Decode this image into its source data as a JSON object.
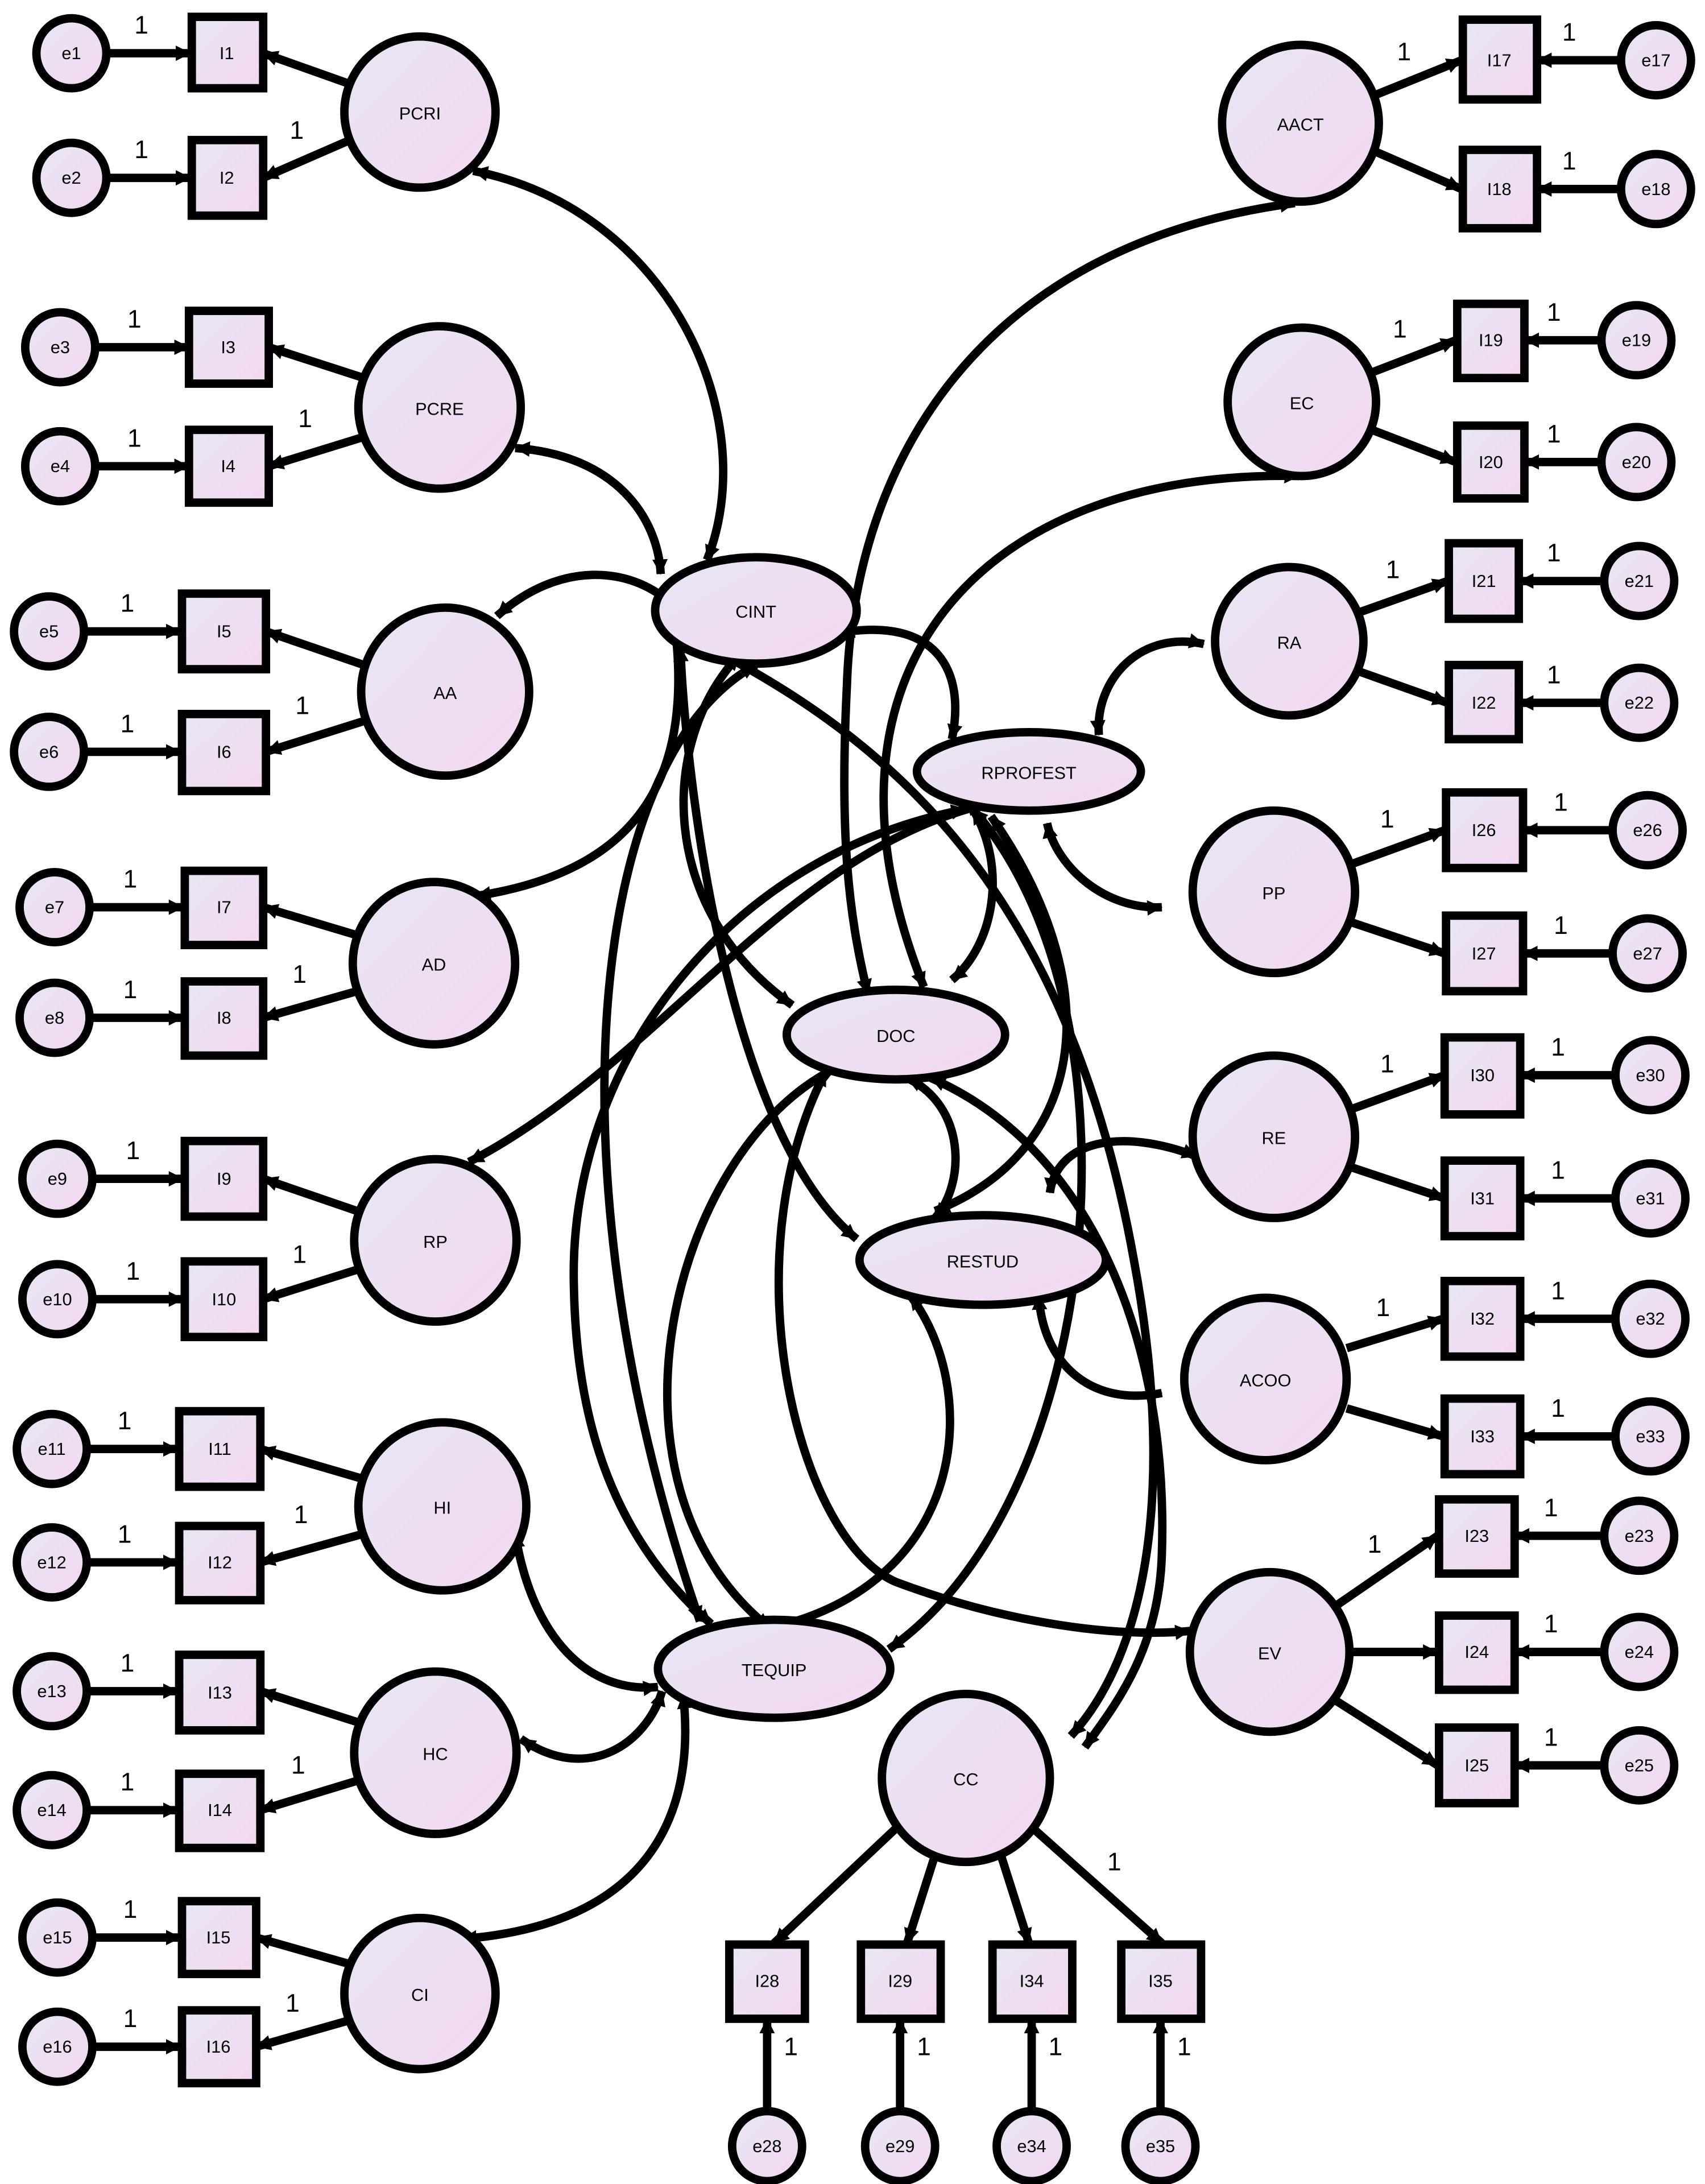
{
  "colors": {
    "node_fill_light": "#e8e6f4",
    "node_fill_pink": "#f3d7f1",
    "stroke": "#000000"
  },
  "latents": {
    "PCRI": "PCRI",
    "PCRE": "PCRE",
    "AA": "AA",
    "AD": "AD",
    "RP": "RP",
    "HI": "HI",
    "HC": "HC",
    "CI": "CI",
    "AACT": "AACT",
    "EC": "EC",
    "RA": "RA",
    "PP": "PP",
    "RE": "RE",
    "ACOO": "ACOO",
    "EV": "EV",
    "CC": "CC",
    "CINT": "CINT",
    "RPROFEST": "RPROFEST",
    "DOC": "DOC",
    "RESTUD": "RESTUD",
    "TEQUIP": "TEQUIP"
  },
  "indicators": {
    "I1": "I1",
    "I2": "I2",
    "I3": "I3",
    "I4": "I4",
    "I5": "I5",
    "I6": "I6",
    "I7": "I7",
    "I8": "I8",
    "I9": "I9",
    "I10": "I10",
    "I11": "I11",
    "I12": "I12",
    "I13": "I13",
    "I14": "I14",
    "I15": "I15",
    "I16": "I16",
    "I17": "I17",
    "I18": "I18",
    "I19": "I19",
    "I20": "I20",
    "I21": "I21",
    "I22": "I22",
    "I23": "I23",
    "I24": "I24",
    "I25": "I25",
    "I26": "I26",
    "I27": "I27",
    "I28": "I28",
    "I29": "I29",
    "I30": "I30",
    "I31": "I31",
    "I32": "I32",
    "I33": "I33",
    "I34": "I34",
    "I35": "I35"
  },
  "errors": {
    "e1": "e1",
    "e2": "e2",
    "e3": "e3",
    "e4": "e4",
    "e5": "e5",
    "e6": "e6",
    "e7": "e7",
    "e8": "e8",
    "e9": "e9",
    "e10": "e10",
    "e11": "e11",
    "e12": "e12",
    "e13": "e13",
    "e14": "e14",
    "e15": "e15",
    "e16": "e16",
    "e17": "e17",
    "e18": "e18",
    "e19": "e19",
    "e20": "e20",
    "e21": "e21",
    "e22": "e22",
    "e23": "e23",
    "e24": "e24",
    "e25": "e25",
    "e26": "e26",
    "e27": "e27",
    "e28": "e28",
    "e29": "e29",
    "e30": "e30",
    "e31": "e31",
    "e32": "e32",
    "e33": "e33",
    "e34": "e34",
    "e35": "e35"
  },
  "path_label": "1"
}
